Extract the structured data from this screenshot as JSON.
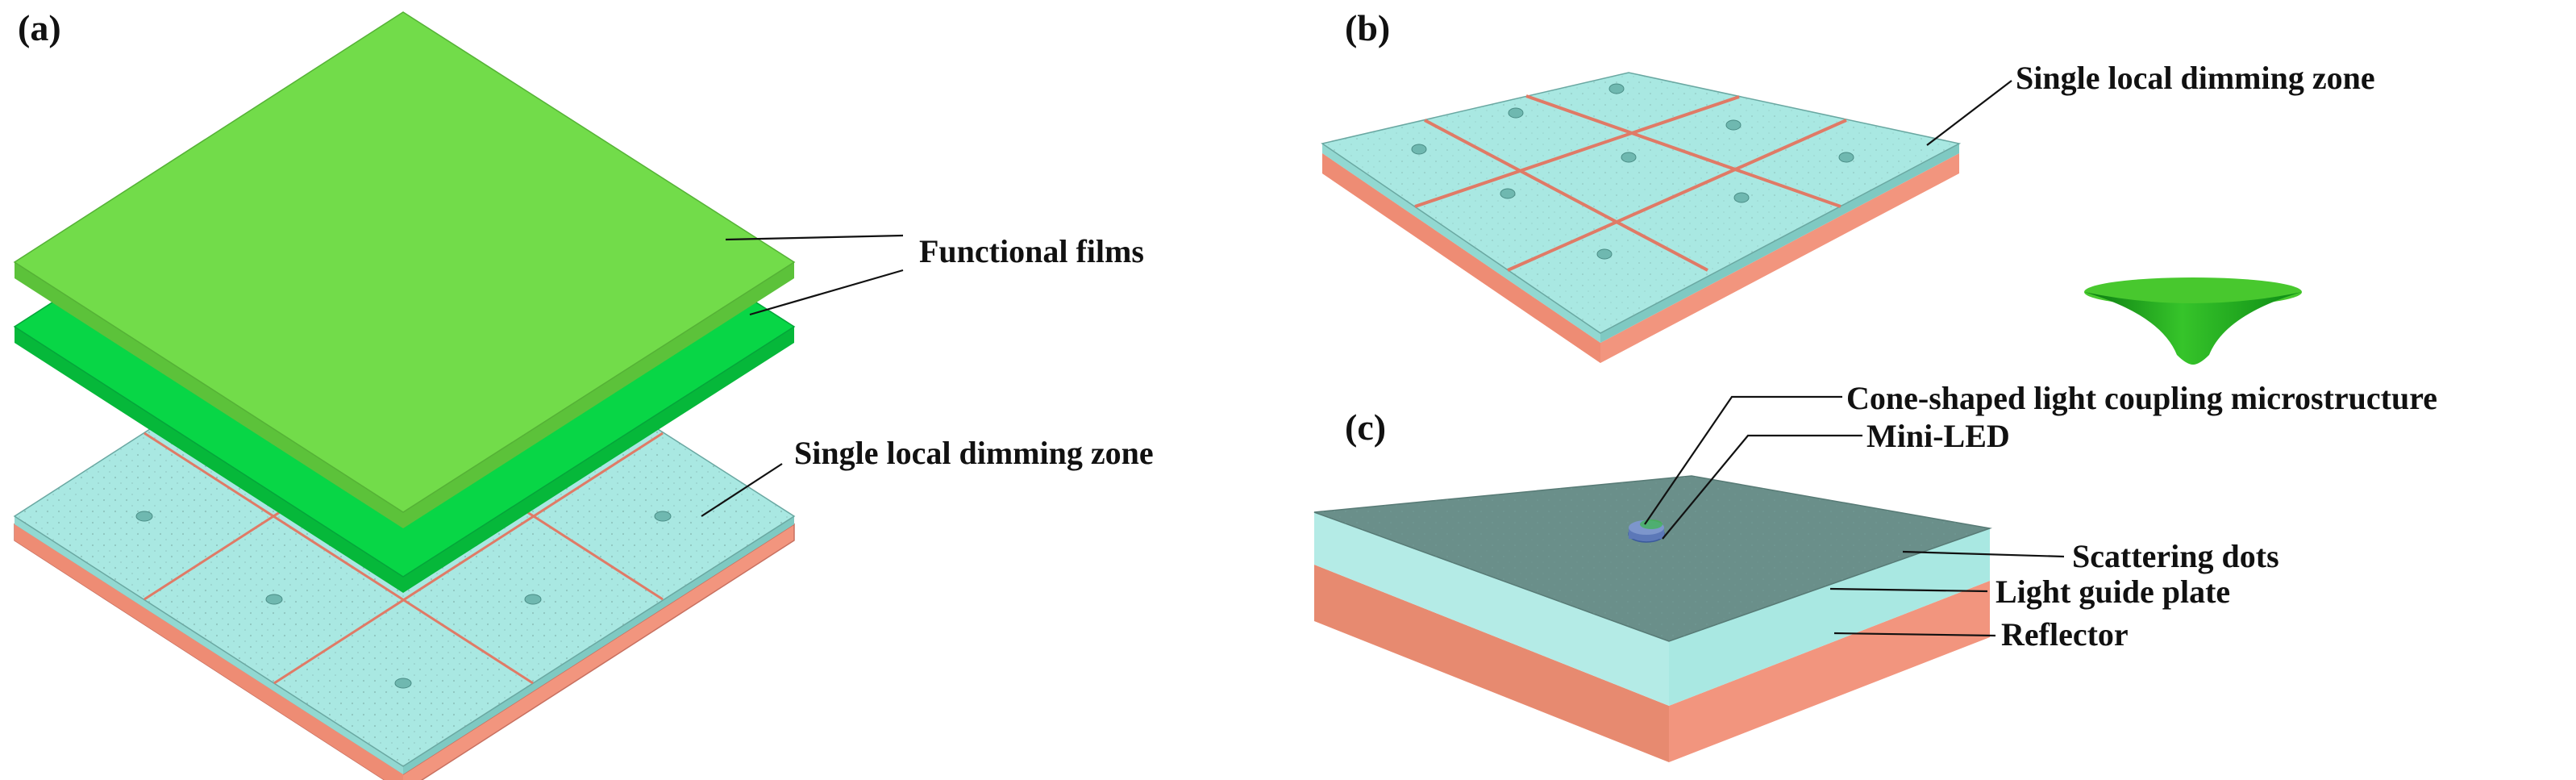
{
  "panels": {
    "a": {
      "letter": "(a)",
      "labels": {
        "functional_films": "Functional films",
        "single_zone": "Single local dimming zone"
      }
    },
    "b": {
      "letter": "(b)",
      "labels": {
        "single_zone": "Single local dimming zone"
      }
    },
    "c": {
      "letter": "(c)",
      "labels": {
        "cone_microstructure": "Cone-shaped light coupling microstructure",
        "mini_led": "Mini-LED",
        "scattering_dots": "Scattering dots",
        "light_guide_plate": "Light guide plate",
        "reflector": "Reflector"
      }
    }
  },
  "colors": {
    "film_top": "#72dc4a",
    "film_bottom": "#08d646",
    "light_guide": "#a9e8e2",
    "reflector": "#f2957e",
    "cone": "#1ea81e"
  }
}
